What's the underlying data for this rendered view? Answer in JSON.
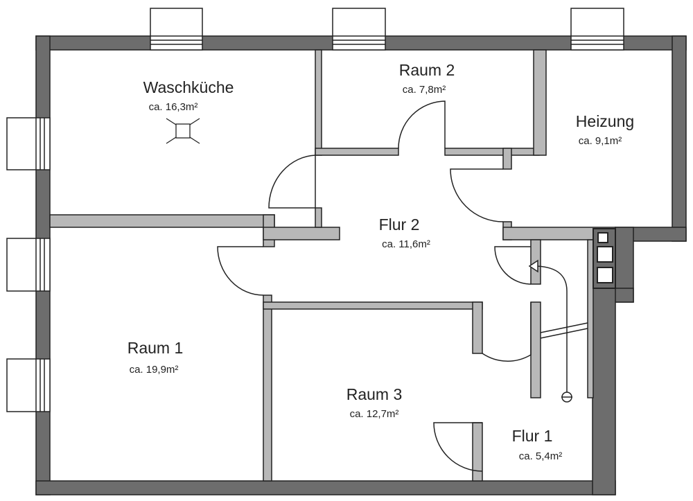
{
  "rooms": [
    {
      "id": "waschkueche",
      "name": "Waschküche",
      "area": "ca. 16,3m²"
    },
    {
      "id": "raum2",
      "name": "Raum 2",
      "area": "ca. 7,8m²"
    },
    {
      "id": "heizung",
      "name": "Heizung",
      "area": "ca. 9,1m²"
    },
    {
      "id": "flur2",
      "name": "Flur 2",
      "area": "ca. 11,6m²"
    },
    {
      "id": "raum1",
      "name": "Raum 1",
      "area": "ca. 19,9m²"
    },
    {
      "id": "raum3",
      "name": "Raum 3",
      "area": "ca. 12,7m²"
    },
    {
      "id": "flur1",
      "name": "Flur 1",
      "area": "ca. 5,4m²"
    }
  ],
  "colors": {
    "outer_wall": "#6d6d6d",
    "inner_wall": "#b8b8b8",
    "line": "#222222",
    "background": "#ffffff"
  }
}
